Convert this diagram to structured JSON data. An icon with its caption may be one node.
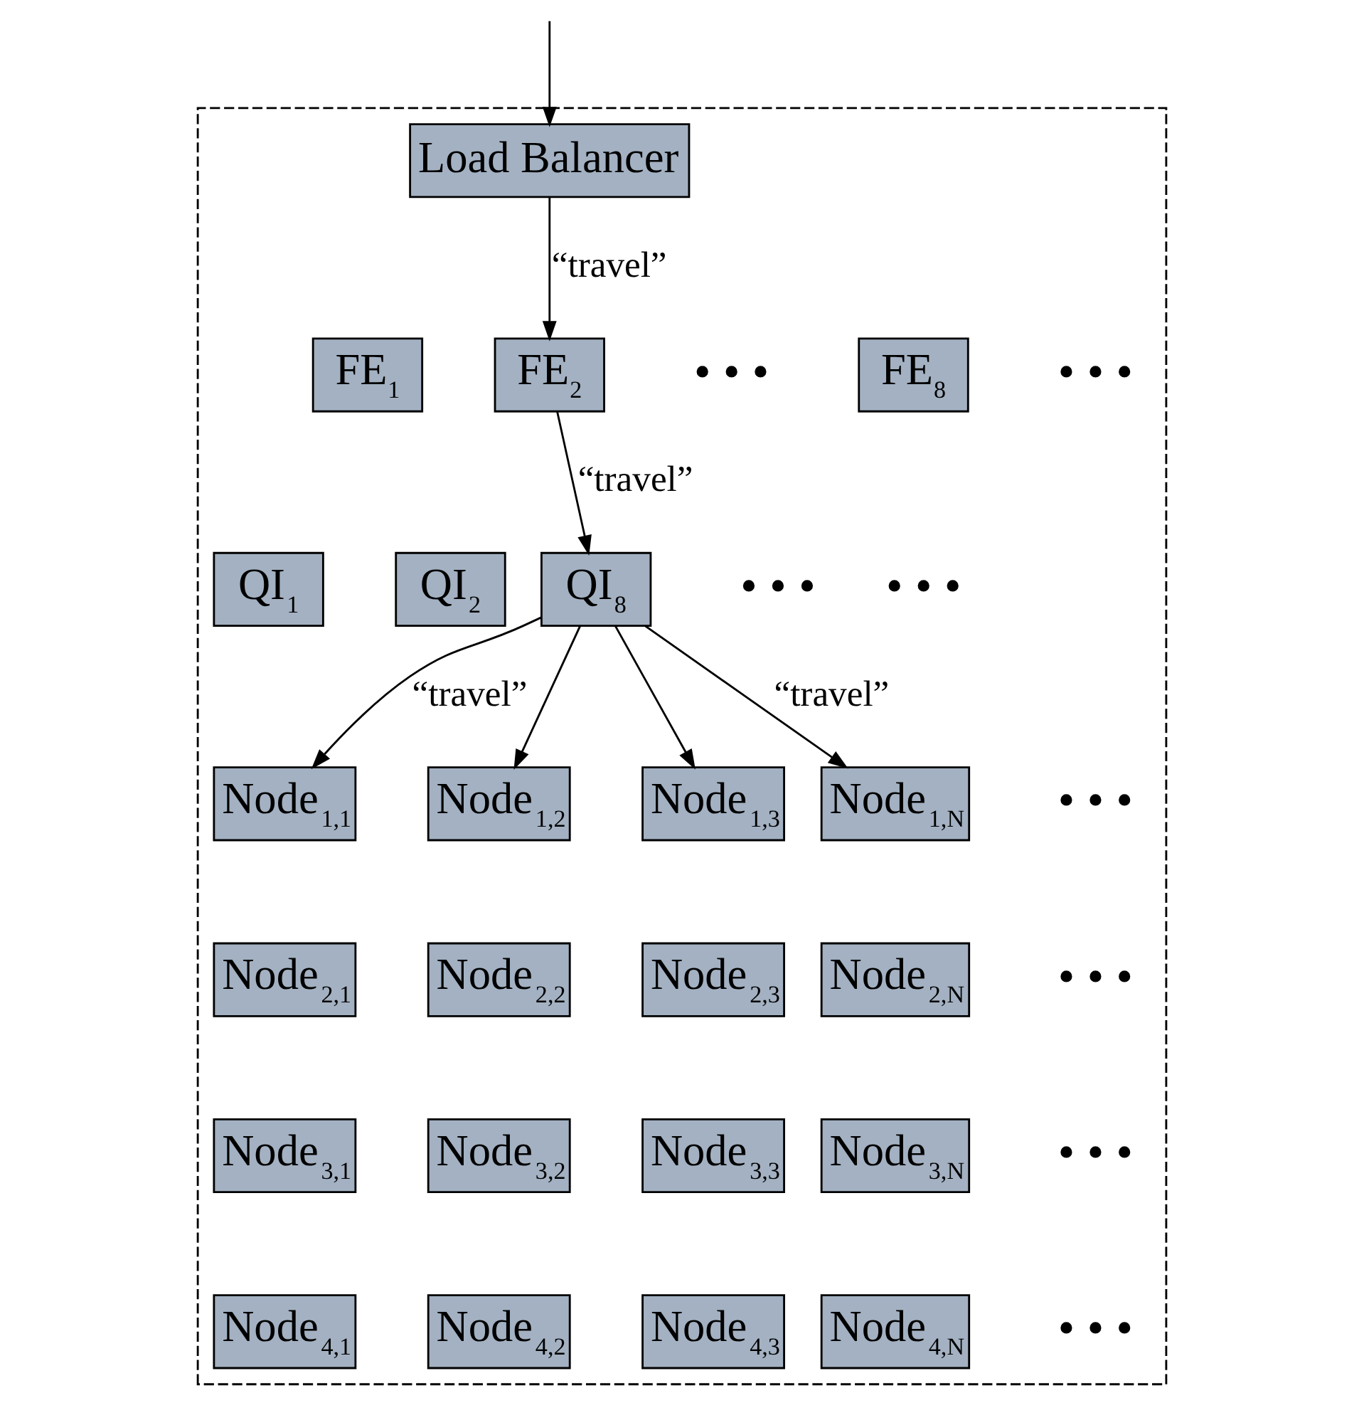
{
  "diagram": {
    "nodes": [
      {
        "text": [],
        "shape": "box"
      },
      {
        "text": [
          "Load Balancer"
        ],
        "in": 0
      },
      {
        "text": [
          "FE$_{1}$"
        ],
        "in": 0
      },
      {
        "text": [
          "FE$_{2}$"
        ],
        "in": 0
      },
      {
        "text": [
          "FE$_{8}$"
        ],
        "in": 0
      },
      {
        "text": [
          "QI$_{1}$"
        ],
        "in": 0
      },
      {
        "text": [
          "QI$_{2}$"
        ],
        "in": 0
      },
      {
        "text": [
          "QI$_{8}$"
        ],
        "in": 0
      },
      {
        "text": [
          "Node$_{1,1}$"
        ],
        "in": 0
      },
      {
        "text": [
          "Node$_{1,2}$"
        ],
        "in": 0
      },
      {
        "text": [
          "Node$_{1,3}$"
        ],
        "in": 0
      },
      {
        "text": [
          "Node$_{1,N}$"
        ],
        "in": 0
      },
      {
        "text": [
          "Node$_{2,1}$"
        ],
        "in": 0
      },
      {
        "text": [
          "Node$_{2,2}$"
        ],
        "in": 0
      },
      {
        "text": [
          "Node$_{2,3}$"
        ],
        "in": 0
      },
      {
        "text": [
          "Node$_{2,N}$"
        ],
        "in": 0
      },
      {
        "text": [
          "Node$_{3,1}$"
        ],
        "in": 0
      },
      {
        "text": [
          "Node$_{3,2}$"
        ],
        "in": 0
      },
      {
        "text": [
          "Node$_{3,3}$"
        ],
        "in": 0
      },
      {
        "text": [
          "Node$_{3,N}$"
        ],
        "in": 0
      },
      {
        "text": [
          "Node$_{4,1}$"
        ],
        "in": 0
      },
      {
        "text": [
          "Node$_{4,2}$"
        ],
        "in": 0
      },
      {
        "text": [
          "Node$_{4,3}$"
        ],
        "in": 0
      },
      {
        "text": [
          "Node$_{4,N}$"
        ],
        "in": 0
      }
    ],
    "edges": [
      {
        "from": null,
        "to": 1,
        "arrow": "to"
      },
      {
        "from": 1,
        "to": 3,
        "arrow": "to",
        "label": "“travel”"
      },
      {
        "from": 3,
        "to": 7,
        "arrow": "to",
        "label": "“travel”"
      },
      {
        "from": 7,
        "to": 8,
        "arrow": "to",
        "label": "“travel”"
      },
      {
        "from": 7,
        "to": 9,
        "arrow": "to"
      },
      {
        "from": 7,
        "to": 10,
        "arrow": "to"
      },
      {
        "from": 7,
        "to": 11,
        "arrow": "to",
        "label": "“travel”"
      }
    ],
    "labels": [
      "• • •",
      "• • •",
      "• • •",
      "• • •",
      "• • •",
      "• • •",
      "• • •",
      "• • •"
    ]
  }
}
